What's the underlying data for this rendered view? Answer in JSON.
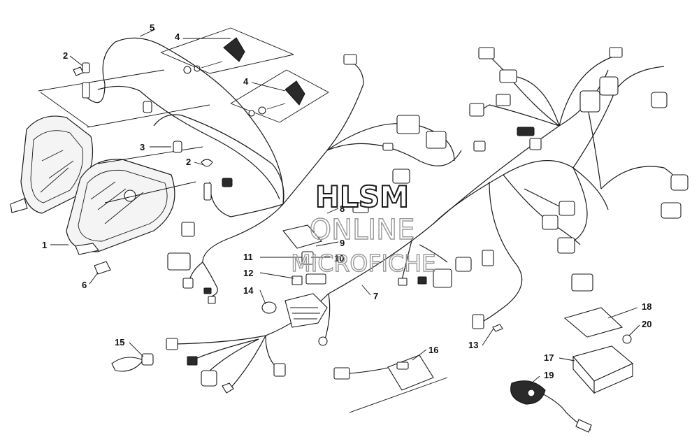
{
  "watermark": {
    "line1": "HLSM",
    "line2": "ONLINE",
    "line3": "MICROFICHE"
  },
  "callouts": [
    {
      "id": "c1",
      "label": "1"
    },
    {
      "id": "c2a",
      "label": "2"
    },
    {
      "id": "c2b",
      "label": "2"
    },
    {
      "id": "c3",
      "label": "3"
    },
    {
      "id": "c4a",
      "label": "4"
    },
    {
      "id": "c4b",
      "label": "4"
    },
    {
      "id": "c5",
      "label": "5"
    },
    {
      "id": "c6",
      "label": "6"
    },
    {
      "id": "c7",
      "label": "7"
    },
    {
      "id": "c8",
      "label": "8"
    },
    {
      "id": "c9",
      "label": "9"
    },
    {
      "id": "c10",
      "label": "10"
    },
    {
      "id": "c11",
      "label": "11"
    },
    {
      "id": "c12",
      "label": "12"
    },
    {
      "id": "c13",
      "label": "13"
    },
    {
      "id": "c14",
      "label": "14"
    },
    {
      "id": "c15",
      "label": "15"
    },
    {
      "id": "c16",
      "label": "16"
    },
    {
      "id": "c17",
      "label": "17"
    },
    {
      "id": "c18",
      "label": "18"
    },
    {
      "id": "c19",
      "label": "19"
    },
    {
      "id": "c20",
      "label": "20"
    }
  ]
}
